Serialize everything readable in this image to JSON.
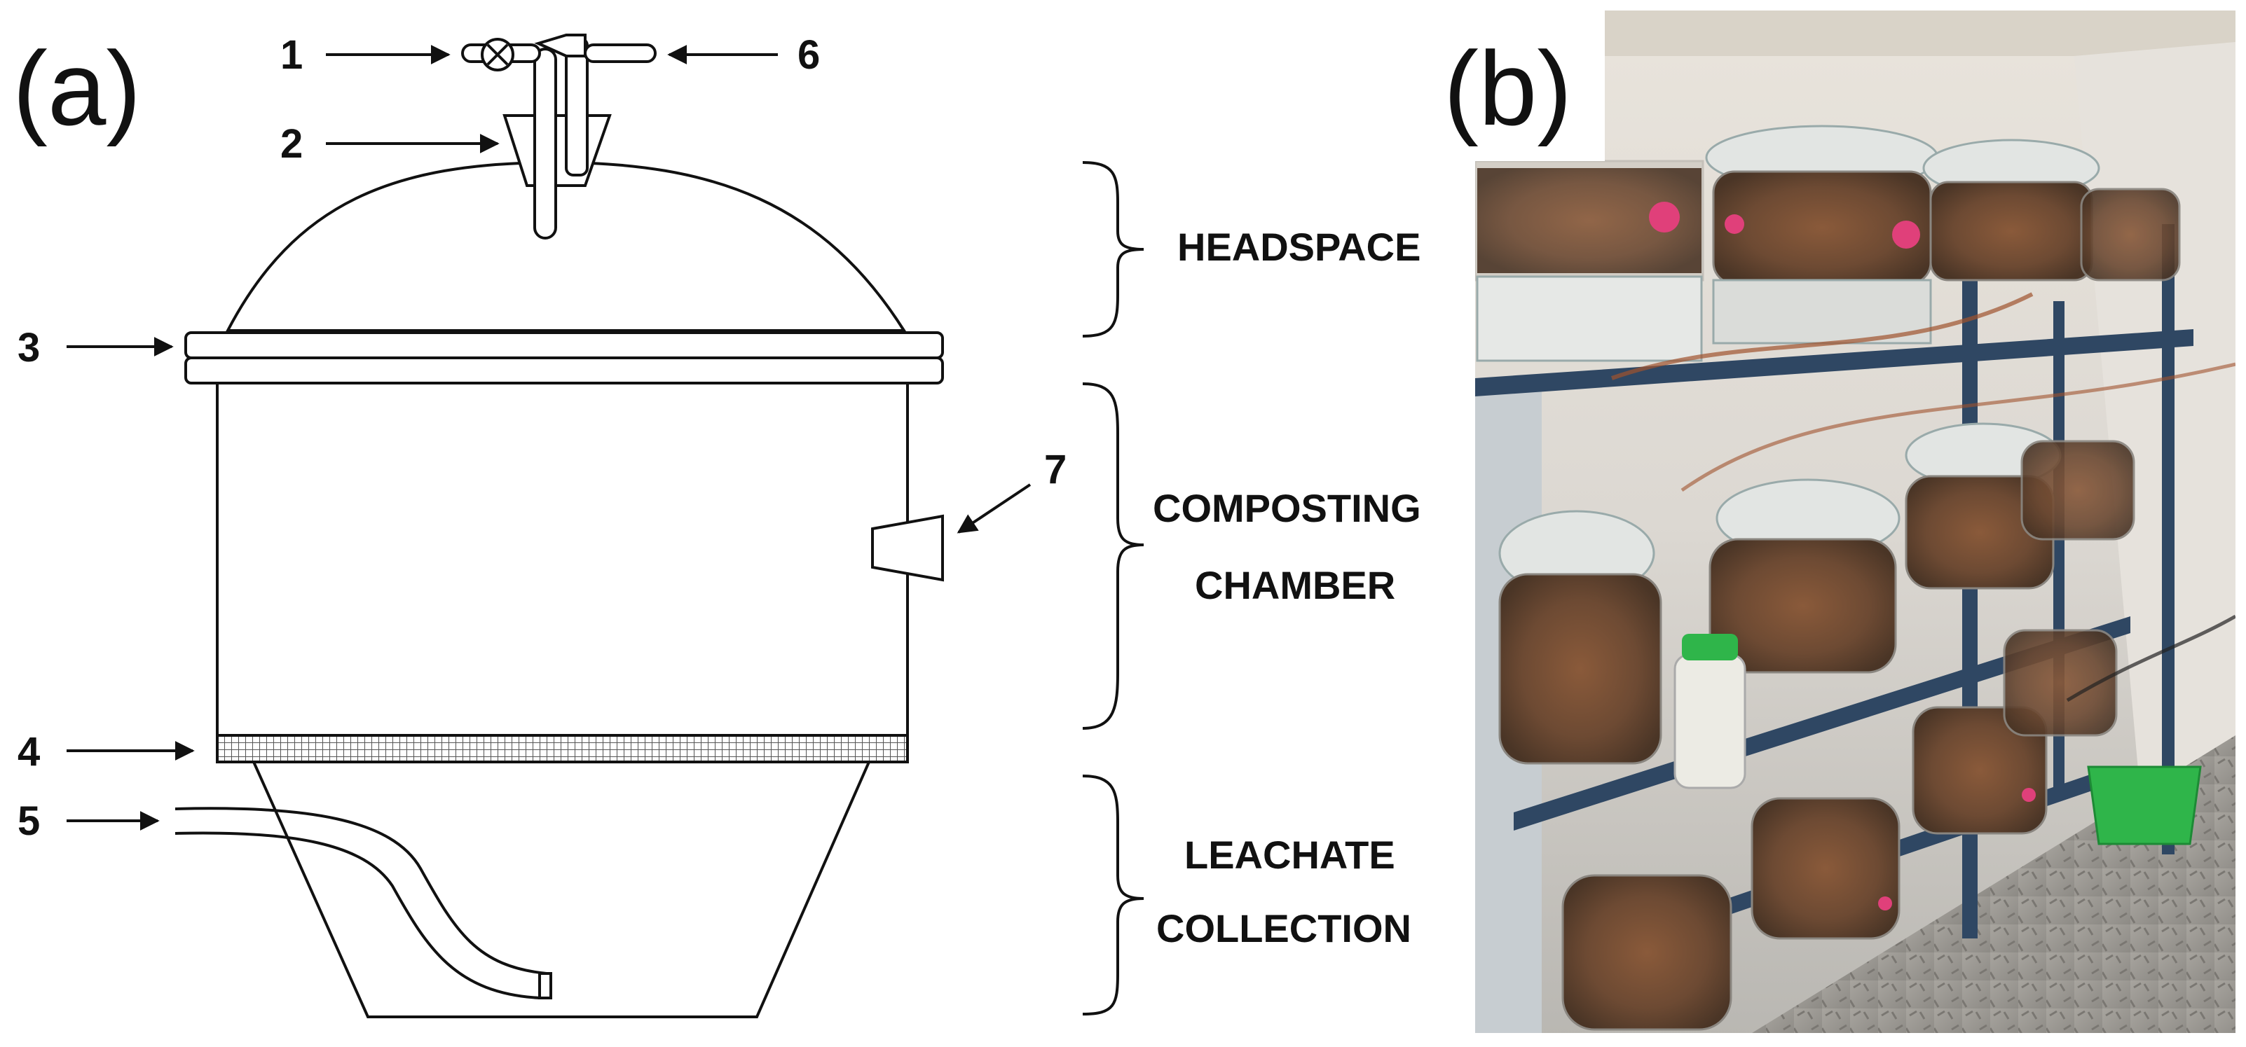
{
  "panel_a": {
    "label": "(a)",
    "callouts": [
      "1",
      "2",
      "3",
      "4",
      "5",
      "6",
      "7"
    ],
    "sections": {
      "headspace": "HEADSPACE",
      "composting_line1": "COMPOSTING",
      "composting_line2": "CHAMBER",
      "leachate_line1": "LEACHATE",
      "leachate_line2": "COLLECTION"
    }
  },
  "panel_b": {
    "label": "(b)"
  },
  "colors": {
    "stroke": "#111111",
    "mesh": "#555555",
    "shelf_frame": "#2f4763",
    "plug_magenta": "#e0407a",
    "cap_green": "#2fb54a"
  }
}
